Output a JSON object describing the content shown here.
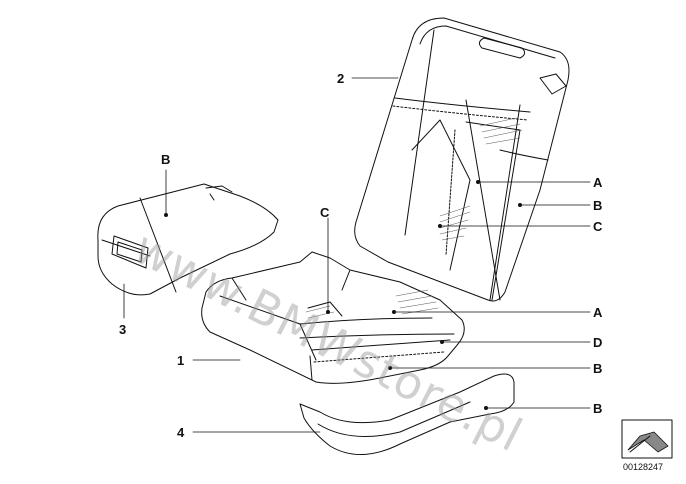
{
  "diagram": {
    "watermark": "www.BMWstore.pl",
    "document_number": "00128247",
    "parts": {
      "p1": "1",
      "p2": "2",
      "p3": "3",
      "p4": "4"
    },
    "callouts": {
      "b_armrest": "B",
      "c_cushion": "C",
      "a_back": "A",
      "b_back": "B",
      "c_back": "C",
      "a_cushion": "A",
      "d_cushion": "D",
      "b_cushion": "B",
      "b_trim": "B"
    }
  }
}
